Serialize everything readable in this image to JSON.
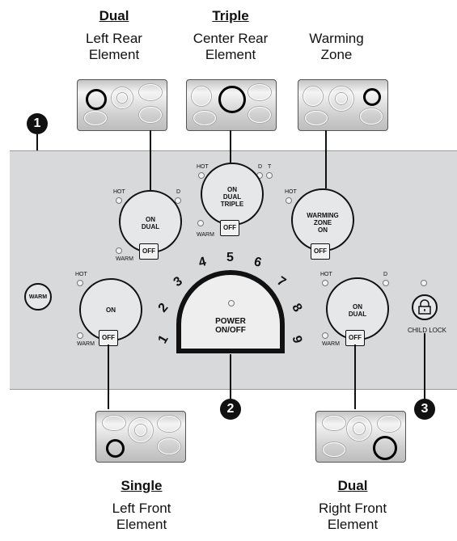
{
  "elements": {
    "left_rear": {
      "type": "Dual",
      "line1": "Left Rear",
      "line2": "Element"
    },
    "center_rear": {
      "type": "Triple",
      "line1": "Center Rear",
      "line2": "Element"
    },
    "warming_zone": {
      "line1": "Warming",
      "line2": "Zone"
    },
    "left_front": {
      "type": "Single",
      "line1": "Left Front",
      "line2": "Element"
    },
    "right_front": {
      "type": "Dual",
      "line1": "Right Front",
      "line2": "Element"
    }
  },
  "callouts": [
    "1",
    "2",
    "3"
  ],
  "controls": {
    "hot": "HOT",
    "warm": "WARM",
    "off": "OFF",
    "d": "D",
    "t": "T",
    "warm_button": "WARM",
    "left_rear_knob": [
      "ON",
      "DUAL"
    ],
    "center_rear_knob": [
      "ON",
      "DUAL",
      "TRIPLE"
    ],
    "warming_knob": [
      "WARMING",
      "ZONE",
      "ON"
    ],
    "left_front_knob": [
      "ON"
    ],
    "right_front_knob": [
      "ON",
      "DUAL"
    ],
    "power_line1": "POWER",
    "power_line2": "ON/OFF",
    "dial_numbers": [
      "1",
      "2",
      "3",
      "4",
      "5",
      "6",
      "7",
      "8",
      "9"
    ],
    "child_lock": "CHILD LOCK",
    "lock_icon": "padlock-icon"
  }
}
